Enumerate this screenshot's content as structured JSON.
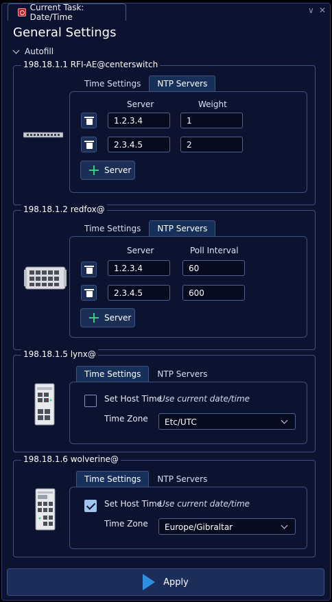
{
  "window": {
    "tab_title": "Current Task: Date/Time",
    "chevron_glyph": "∨",
    "close_glyph": "✕"
  },
  "page": {
    "title": "General Settings",
    "autofill_label": "Autofill"
  },
  "devices": [
    {
      "header": "198.18.1.1 RFI-AE@centerswitch",
      "tabs": [
        "Time Settings",
        "NTP Servers"
      ],
      "active_tab": "NTP Servers",
      "columns": [
        "Server",
        "Weight"
      ],
      "rows": [
        {
          "server": "1.2.3.4",
          "value": "1"
        },
        {
          "server": "2.3.4.5",
          "value": "2"
        }
      ],
      "add_label": "Server"
    },
    {
      "header": "198.18.1.2 redfox@",
      "tabs": [
        "Time Settings",
        "NTP Servers"
      ],
      "active_tab": "NTP Servers",
      "columns": [
        "Server",
        "Poll Interval"
      ],
      "rows": [
        {
          "server": "1.2.3.4",
          "value": "60"
        },
        {
          "server": "2.3.4.5",
          "value": "600"
        }
      ],
      "add_label": "Server"
    },
    {
      "header": "198.18.1.5 lynx@",
      "tabs": [
        "Time Settings",
        "NTP Servers"
      ],
      "active_tab": "Time Settings",
      "set_host_time_label": "Set Host Time",
      "set_host_time_hint": "Use current date/time",
      "set_host_time_checked": false,
      "timezone_label": "Time Zone",
      "timezone_value": "Etc/UTC"
    },
    {
      "header": "198.18.1.6 wolverine@",
      "tabs": [
        "Time Settings",
        "NTP Servers"
      ],
      "active_tab": "Time Settings",
      "set_host_time_label": "Set Host Time",
      "set_host_time_hint": "Use current date/time",
      "set_host_time_checked": true,
      "timezone_label": "Time Zone",
      "timezone_value": "Europe/Gibraltar"
    }
  ],
  "footer": {
    "apply_label": "Apply"
  },
  "colors": {
    "background": "#0c1331",
    "border": "#3e5182",
    "active_tab": "#16305a",
    "add_icon": "#33d17a",
    "apply_icon": "#2e8fe0",
    "task_icon": "#c21b1b"
  }
}
